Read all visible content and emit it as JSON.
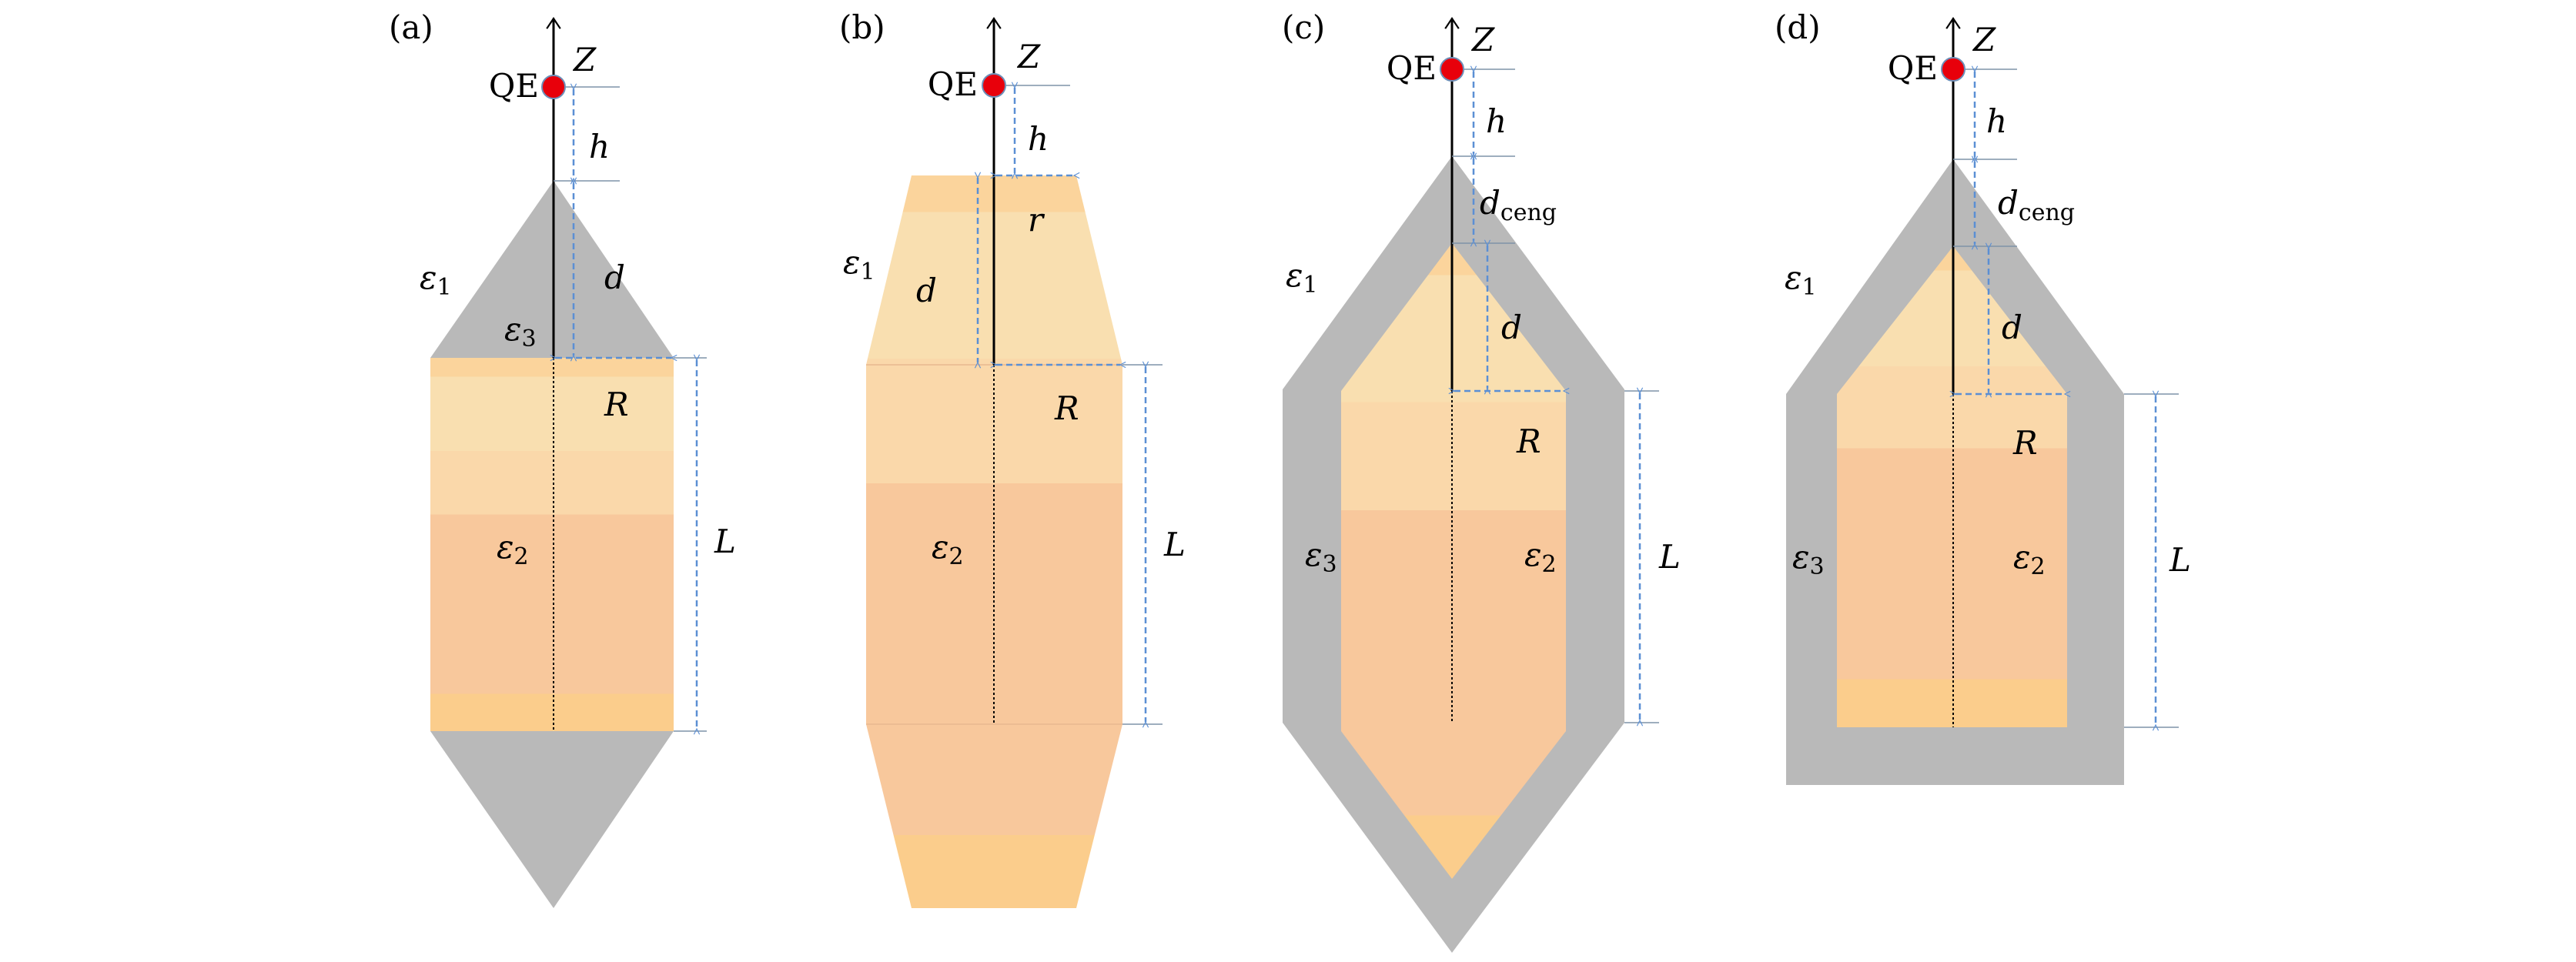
{
  "colors": {
    "shell": "#b9b9b9",
    "core_light": "#f9dfb0",
    "core_dark": "#f8c89c",
    "dimension": "#5b8fd4",
    "emitter": "#e8000b"
  },
  "panels": [
    {
      "label": "(a)",
      "qe": "QE",
      "z": "Z",
      "h": "h",
      "d": "d",
      "R": "R",
      "L": "L",
      "eps1": {
        "sym": "ε",
        "sub": "1"
      },
      "eps2": {
        "sym": "ε",
        "sub": "2"
      },
      "eps3": {
        "sym": "ε",
        "sub": "3"
      }
    },
    {
      "label": "(b)",
      "qe": "QE",
      "z": "Z",
      "h": "h",
      "r": "r",
      "d": "d",
      "R": "R",
      "L": "L",
      "eps1": {
        "sym": "ε",
        "sub": "1"
      },
      "eps2": {
        "sym": "ε",
        "sub": "2"
      }
    },
    {
      "label": "(c)",
      "qe": "QE",
      "z": "Z",
      "h": "h",
      "dceng": {
        "sym": "d",
        "sub": "ceng"
      },
      "d": "d",
      "R": "R",
      "L": "L",
      "eps1": {
        "sym": "ε",
        "sub": "1"
      },
      "eps2": {
        "sym": "ε",
        "sub": "2"
      },
      "eps3": {
        "sym": "ε",
        "sub": "3"
      }
    },
    {
      "label": "(d)",
      "qe": "QE",
      "z": "Z",
      "h": "h",
      "dceng": {
        "sym": "d",
        "sub": "ceng"
      },
      "d": "d",
      "R": "R",
      "L": "L",
      "eps1": {
        "sym": "ε",
        "sub": "1"
      },
      "eps2": {
        "sym": "ε",
        "sub": "2"
      },
      "eps3": {
        "sym": "ε",
        "sub": "3"
      }
    }
  ]
}
